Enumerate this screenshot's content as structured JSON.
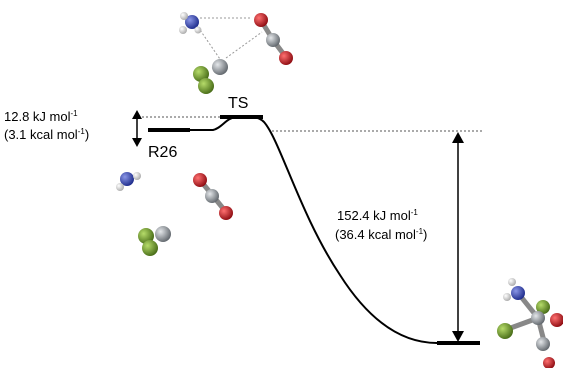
{
  "states": {
    "reactant": {
      "label": "R26"
    },
    "transition": {
      "label": "TS"
    }
  },
  "barrier": {
    "kj_value": "12.8 kJ mol",
    "kj_sup": "-1",
    "kcal_open": "(3.1 kcal mol",
    "kcal_sup": "-1",
    "kcal_close": ")"
  },
  "reaction_energy": {
    "kj_value": "152.4 kJ mol",
    "kj_sup": "-1",
    "kcal_open": "(36.4 kcal mol",
    "kcal_sup": "-1",
    "kcal_close": ")"
  },
  "atom_colors": {
    "nitrogen": "#2b3da8",
    "hydrogen": "#e6e6e6",
    "oxygen": "#c4121a",
    "carbon": "#9aa0a6",
    "fluorine": "#6f9a2c"
  }
}
